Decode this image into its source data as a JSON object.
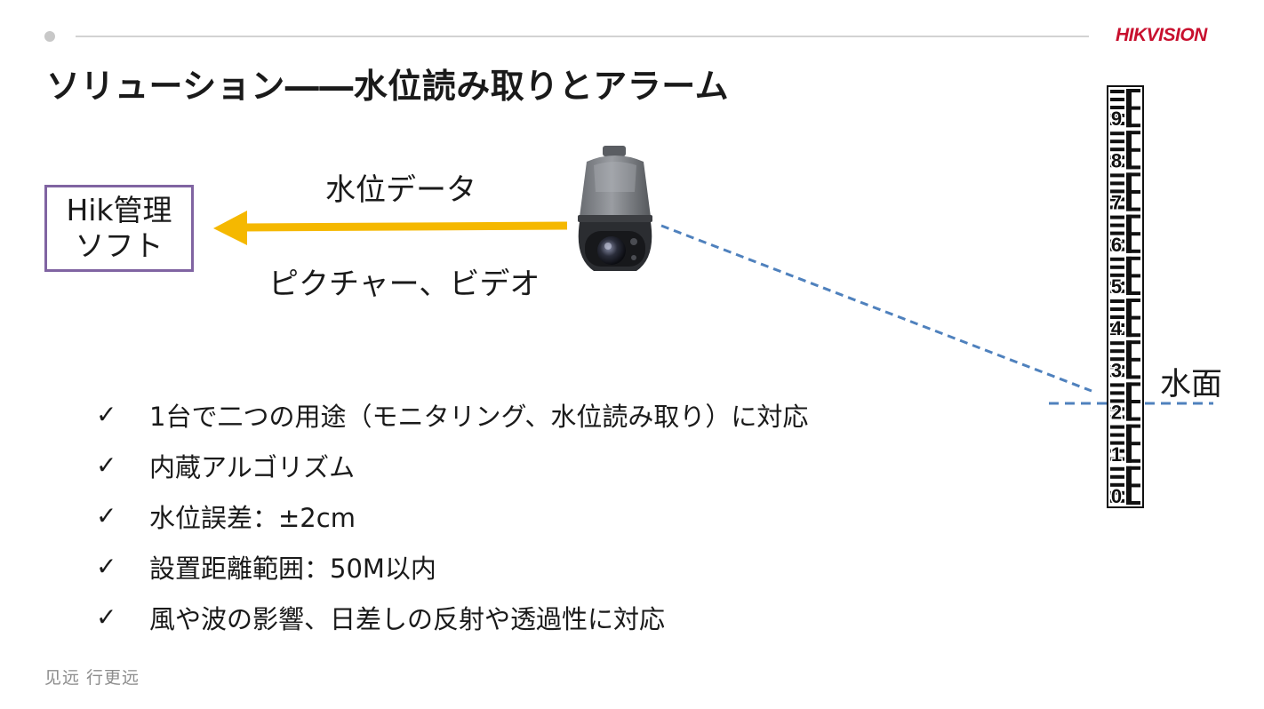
{
  "header": {
    "brand": "HIKVISION",
    "title": "ソリューション――水位読み取りとアラーム"
  },
  "diagram": {
    "software_lines": [
      "Hik管理",
      "ソフト"
    ],
    "arrow_top_label": "水位データ",
    "arrow_bottom_label": "ピクチャー、ビデオ",
    "water_label": "水面",
    "ruler_digits": [
      "9",
      "8",
      "7",
      "6",
      "5",
      "4",
      "3",
      "2",
      "1",
      "0"
    ],
    "accent_colors": {
      "arrow": "#f5b800",
      "dash": "#4f81bd",
      "box": "#8064a2"
    }
  },
  "features": [
    {
      "icon": "check-icon",
      "glyph": "✓",
      "text": "1台で二つの用途（モニタリング、水位読み取り）に対応"
    },
    {
      "icon": "check-icon",
      "glyph": "✓",
      "text": "内蔵アルゴリズム"
    },
    {
      "icon": "check-icon",
      "glyph": "✓",
      "text": "水位誤差：±2cm"
    },
    {
      "icon": "check-icon",
      "glyph": "✓",
      "text": "設置距離範囲：50M以内"
    },
    {
      "icon": "check-icon",
      "glyph": "✓",
      "text": "風や波の影響、日差しの反射や透過性に対応"
    }
  ],
  "footer": {
    "slogan": "见远 行更远"
  }
}
